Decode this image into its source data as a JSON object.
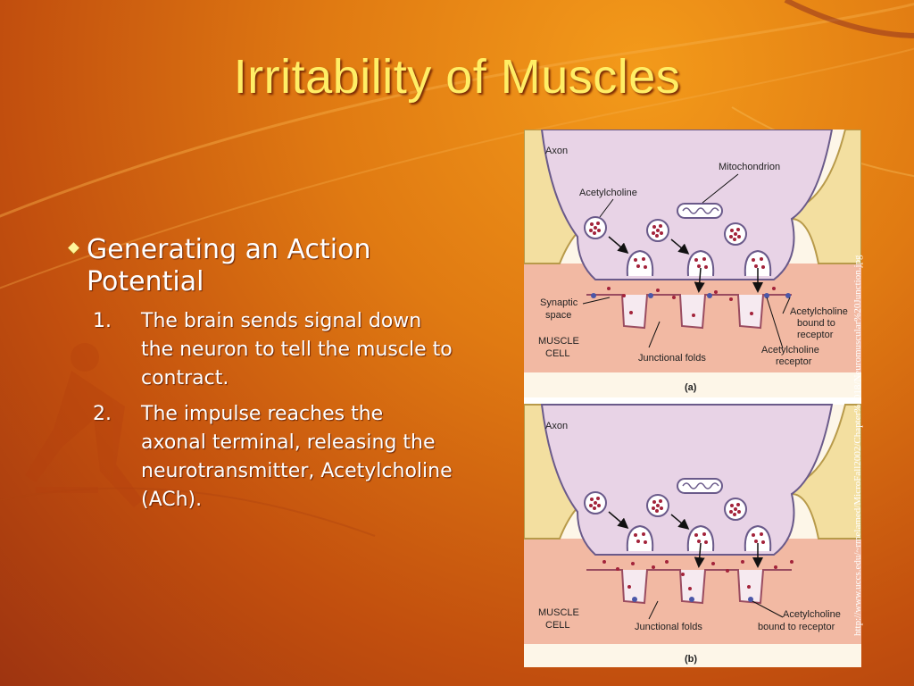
{
  "slide": {
    "title": "Irritability of Muscles",
    "bullet": "Generating an Action Potential",
    "items": [
      {
        "num": "1.",
        "text": "The brain sends signal down the neuron to tell the muscle to contract."
      },
      {
        "num": "2.",
        "text": "The impulse reaches the axonal terminal, releasing the neurotransmitter, Acetylcholine (ACh)."
      }
    ],
    "source_url": "http://www.uccs.edu/~rmelamed/MicroFall2002/Chapter%2018/Neuromuscular%20Junction.jpg"
  },
  "figure": {
    "panel_a": {
      "axon": "Axon",
      "mitochondrion": "Mitochondrion",
      "acetylcholine": "Acetylcholine",
      "synaptic_1": "Synaptic",
      "synaptic_2": "space",
      "muscle_1": "MUSCLE",
      "muscle_2": "CELL",
      "junctional": "Junctional folds",
      "bound_1": "Acetylcholine",
      "bound_2": "bound to",
      "bound_3": "receptor",
      "receptor_1": "Acetylcholine",
      "receptor_2": "receptor",
      "caption": "(a)"
    },
    "panel_b": {
      "axon": "Axon",
      "muscle_1": "MUSCLE",
      "muscle_2": "CELL",
      "junctional": "Junctional folds",
      "bound_1": "Acetylcholine",
      "bound_2": "bound to receptor",
      "caption": "(b)"
    }
  },
  "colors": {
    "title": "#ffee66",
    "axon_fill": "#e8d3e6",
    "axon_sheath": "#f3dfa0",
    "muscle_fill": "#f2b9a3",
    "vesicle_dot": "#a3233a"
  }
}
